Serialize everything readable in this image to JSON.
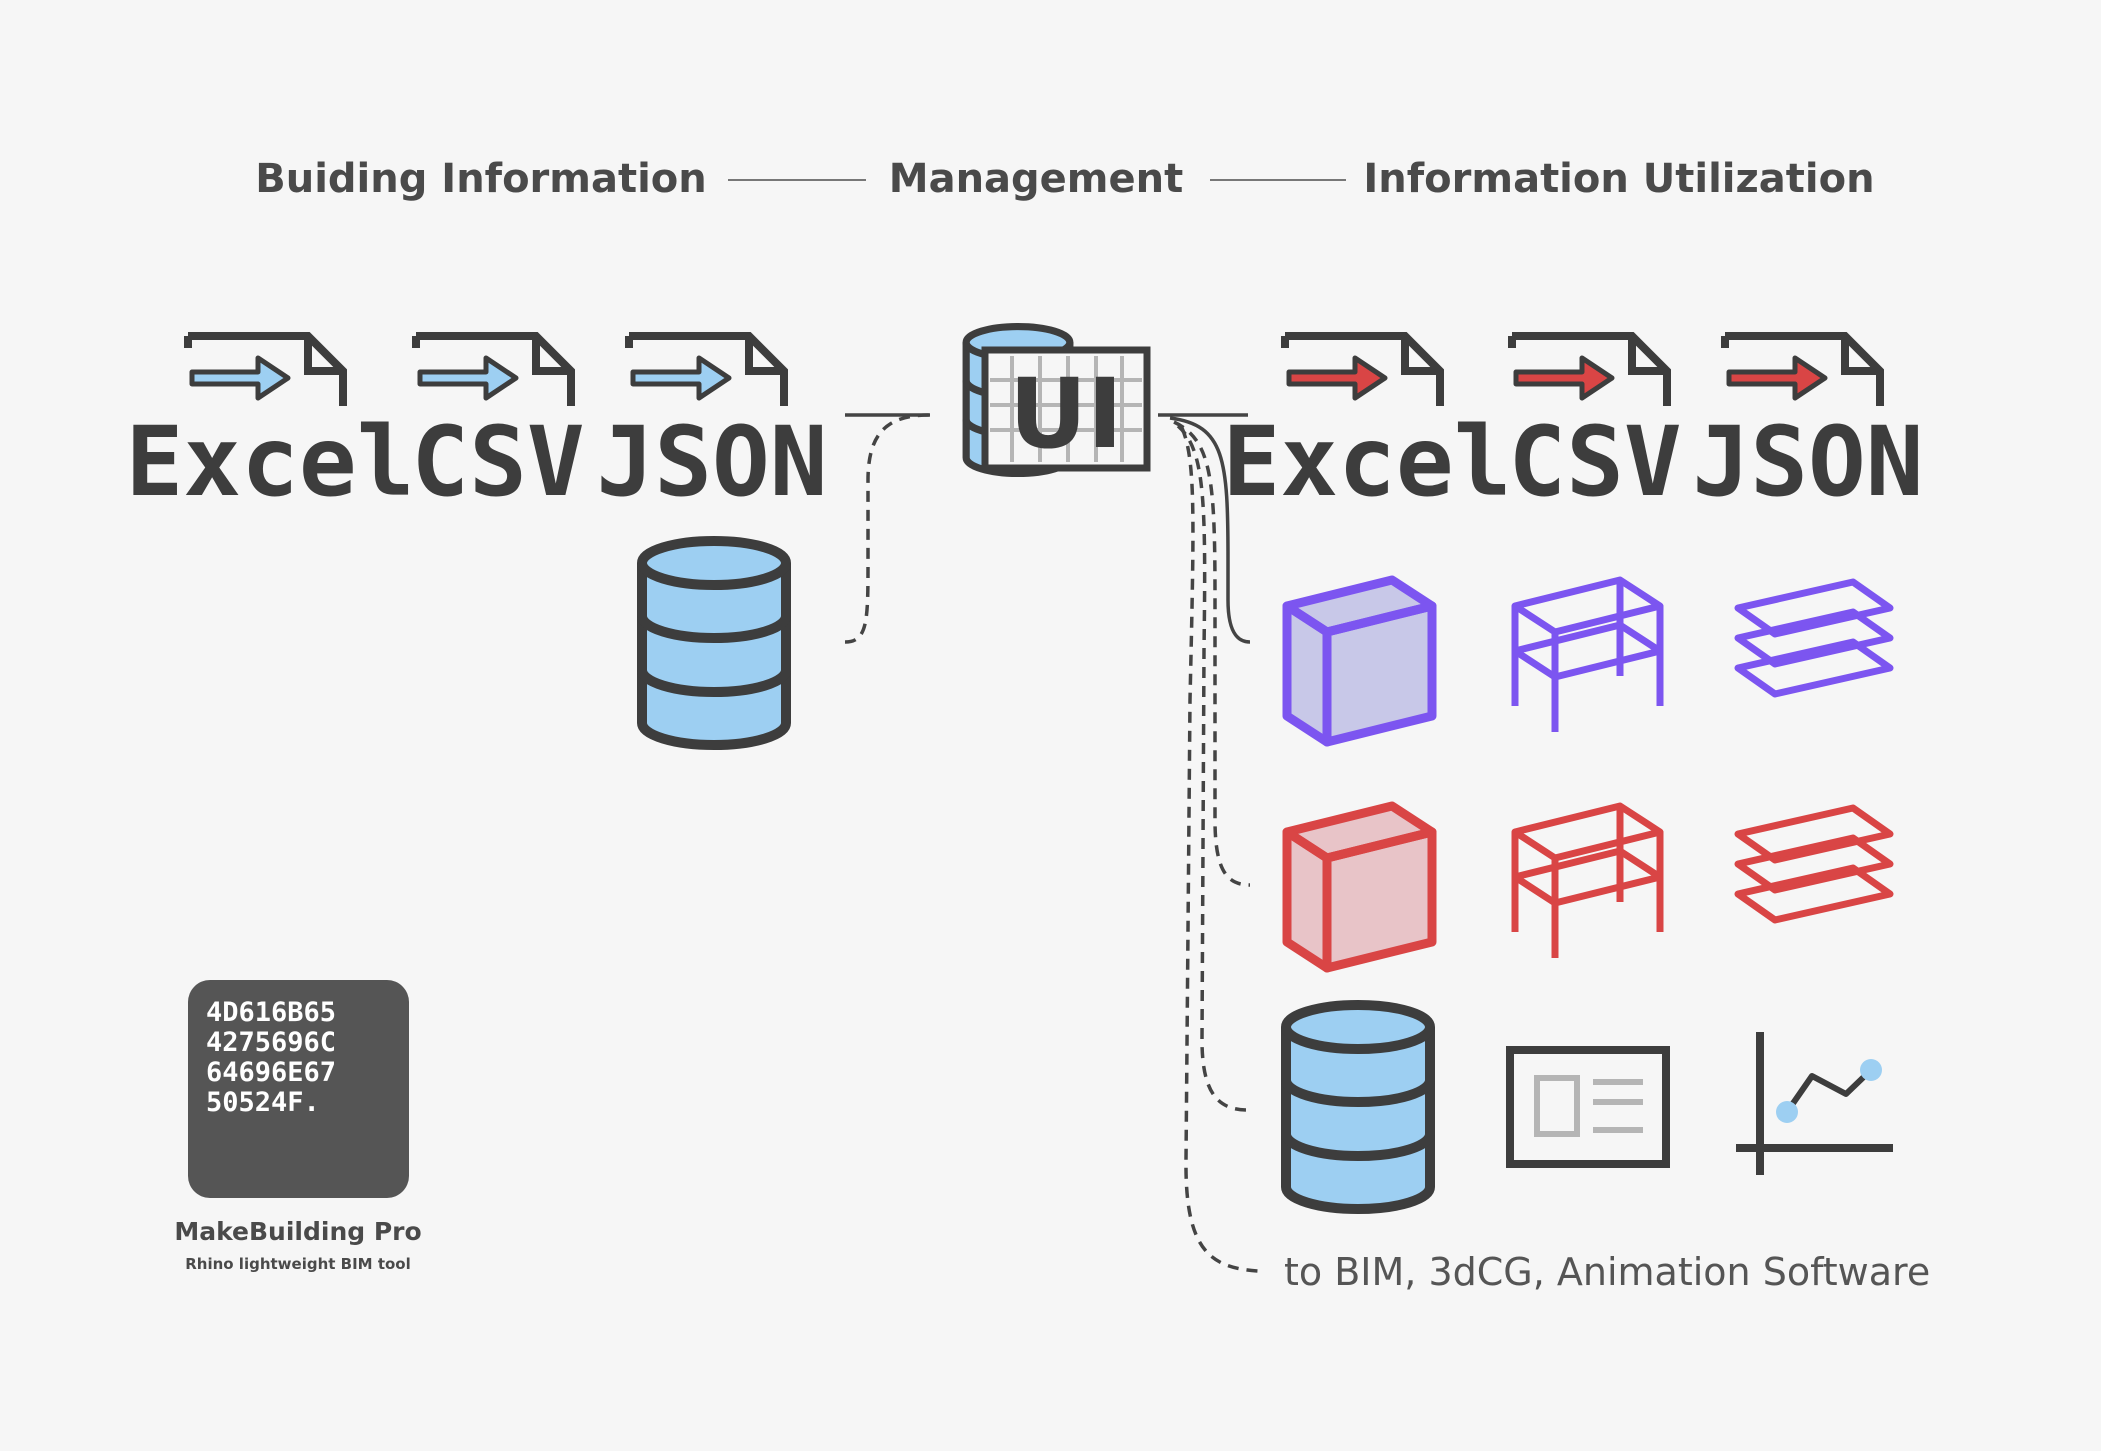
{
  "headers": {
    "left": "Buiding Information",
    "middle": "Management",
    "right": "Information Utilization"
  },
  "inputs": [
    {
      "label": "Excel"
    },
    {
      "label": "CSV"
    },
    {
      "label": "JSON"
    }
  ],
  "outputs": [
    {
      "label": "Excel"
    },
    {
      "label": "CSV"
    },
    {
      "label": "JSON"
    }
  ],
  "center": {
    "label": "UI"
  },
  "brand": {
    "hex_lines": [
      "4D616B65",
      "4275696C",
      "64696E67",
      "50524F."
    ],
    "name": "MakeBuilding Pro",
    "tagline": "Rhino lightweight BIM tool"
  },
  "note": "to BIM, 3dCG, Animation Software",
  "colors": {
    "text": "#3d3d3d",
    "blue": "#9dcff2",
    "red": "#d94545",
    "purple": "#7c55f0",
    "purple_fill": "#c8c8e8",
    "red_fill": "#e8c4c8",
    "dark_box": "#555555",
    "line": "#444444",
    "background": "#f6f6f6"
  }
}
